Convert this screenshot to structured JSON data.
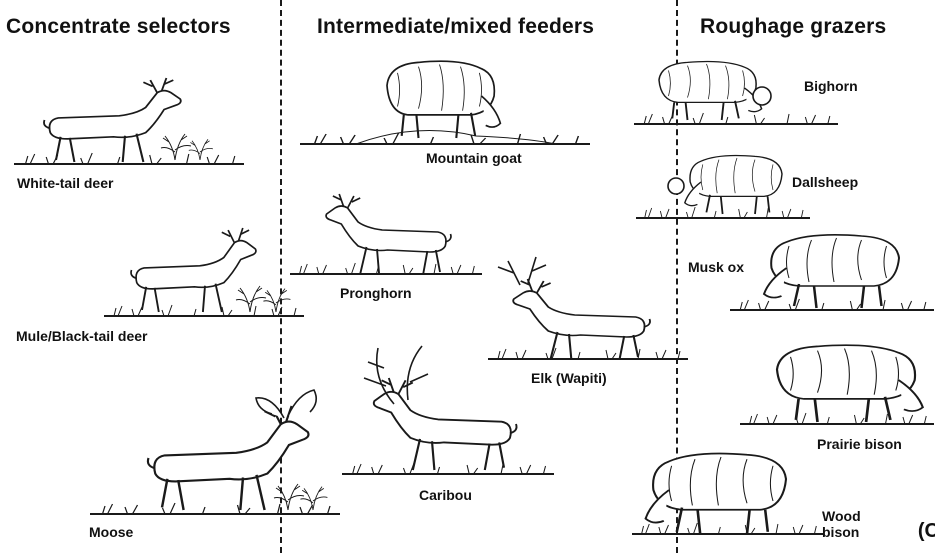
{
  "headers": {
    "concentrate": "Concentrate selectors",
    "intermediate": "Intermediate/mixed feeders",
    "roughage": "Roughage grazers"
  },
  "labels": {
    "white_tail_deer": "White-tail deer",
    "mule_deer": "Mule/Black-tail deer",
    "moose": "Moose",
    "mountain_goat": "Mountain goat",
    "pronghorn": "Pronghorn",
    "elk": "Elk (Wapiti)",
    "caribou": "Caribou",
    "bighorn": "Bighorn",
    "dallsheep": "Dallsheep",
    "musk_ox": "Musk ox",
    "prairie_bison": "Prairie bison",
    "wood_bison": "Wood bison"
  },
  "corner_mark": "(C",
  "colors": {
    "ink": "#1a1a1a",
    "background": "#ffffff"
  }
}
